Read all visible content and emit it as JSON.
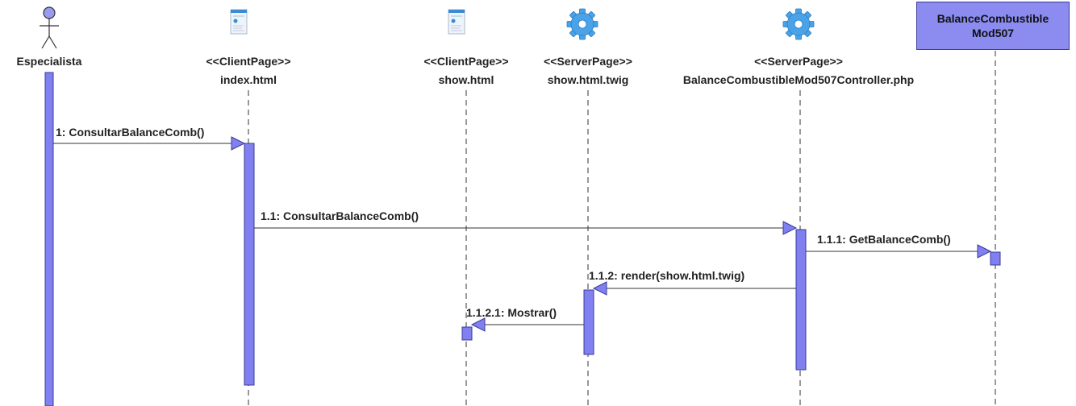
{
  "participants": [
    {
      "id": "especialista",
      "kind": "actor",
      "stereotype": "",
      "name": "Especialista"
    },
    {
      "id": "index",
      "kind": "client-page",
      "stereotype": "<<ClientPage>>",
      "name": "index.html"
    },
    {
      "id": "show",
      "kind": "client-page",
      "stereotype": "<<ClientPage>>",
      "name": "show.html"
    },
    {
      "id": "twig",
      "kind": "server-page",
      "stereotype": "<<ServerPage>>",
      "name": "show.html.twig"
    },
    {
      "id": "controller",
      "kind": "server-page",
      "stereotype": "<<ServerPage>>",
      "name": "BalanceCombustibleMod507Controller.php"
    },
    {
      "id": "entity",
      "kind": "entity",
      "stereotype": "",
      "name_line1": "BalanceCombustible",
      "name_line2": "Mod507"
    }
  ],
  "messages": [
    {
      "id": "m1",
      "label": "1: ConsultarBalanceComb()",
      "from": "especialista",
      "to": "index"
    },
    {
      "id": "m2",
      "label": "1.1: ConsultarBalanceComb()",
      "from": "index",
      "to": "controller"
    },
    {
      "id": "m3",
      "label": "1.1.1: GetBalanceComb()",
      "from": "controller",
      "to": "entity"
    },
    {
      "id": "m4",
      "label": "1.1.2: render(show.html.twig)",
      "from": "controller",
      "to": "twig"
    },
    {
      "id": "m5",
      "label": "1.1.2.1: Mostrar()",
      "from": "twig",
      "to": "show"
    }
  ],
  "colors": {
    "activation_fill": "#8080f0",
    "activation_stroke": "#3a3a9a",
    "entity_fill": "#8b8bf0",
    "actor_head": "#9a9af2",
    "gear": "#4aa3e8",
    "line": "#333333"
  }
}
